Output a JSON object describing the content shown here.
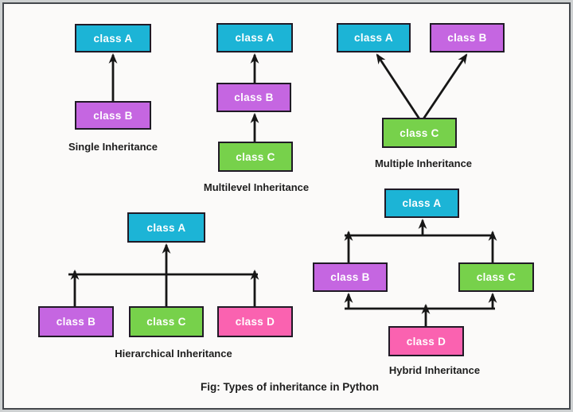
{
  "caption": "Fig: Types of inheritance in Python",
  "colors": {
    "cyan": "#1cb4d6",
    "purple": "#c566e1",
    "green": "#77d14b",
    "pink": "#fa62b0",
    "box_border": "#201a26",
    "box_text": "#ffffff",
    "arrow": "#161616",
    "label_text": "#1d1d1d",
    "background": "#fbfaf9",
    "frame_border": "#45484d"
  },
  "diagrams": {
    "single": {
      "title": "Single Inheritance",
      "boxes": [
        {
          "label": "class A",
          "color": "cyan"
        },
        {
          "label": "class B",
          "color": "purple"
        }
      ],
      "edges": [
        {
          "from": "class B",
          "to": "class A"
        }
      ]
    },
    "multilevel": {
      "title": "Multilevel Inheritance",
      "boxes": [
        {
          "label": "class A",
          "color": "cyan"
        },
        {
          "label": "class B",
          "color": "purple"
        },
        {
          "label": "class C",
          "color": "green"
        }
      ],
      "edges": [
        {
          "from": "class B",
          "to": "class A"
        },
        {
          "from": "class C",
          "to": "class B"
        }
      ]
    },
    "multiple": {
      "title": "Multiple Inheritance",
      "boxes": [
        {
          "label": "class A",
          "color": "cyan"
        },
        {
          "label": "class B",
          "color": "purple"
        },
        {
          "label": "class C",
          "color": "green"
        }
      ],
      "edges": [
        {
          "from": "class C",
          "to": "class A"
        },
        {
          "from": "class C",
          "to": "class B"
        }
      ]
    },
    "hierarchical": {
      "title": "Hierarchical Inheritance",
      "boxes": [
        {
          "label": "class A",
          "color": "cyan"
        },
        {
          "label": "class B",
          "color": "purple"
        },
        {
          "label": "class C",
          "color": "green"
        },
        {
          "label": "class D",
          "color": "pink"
        }
      ],
      "edges": [
        {
          "from": "class B",
          "to": "class A"
        },
        {
          "from": "class C",
          "to": "class A"
        },
        {
          "from": "class D",
          "to": "class A"
        }
      ]
    },
    "hybrid": {
      "title": "Hybrid Inheritance",
      "boxes": [
        {
          "label": "class A",
          "color": "cyan"
        },
        {
          "label": "class B",
          "color": "purple"
        },
        {
          "label": "class C",
          "color": "green"
        },
        {
          "label": "class D",
          "color": "pink"
        }
      ],
      "edges": [
        {
          "from": "class B",
          "to": "class A"
        },
        {
          "from": "class C",
          "to": "class A"
        },
        {
          "from": "class D",
          "to": "class B"
        },
        {
          "from": "class D",
          "to": "class C"
        }
      ]
    }
  }
}
